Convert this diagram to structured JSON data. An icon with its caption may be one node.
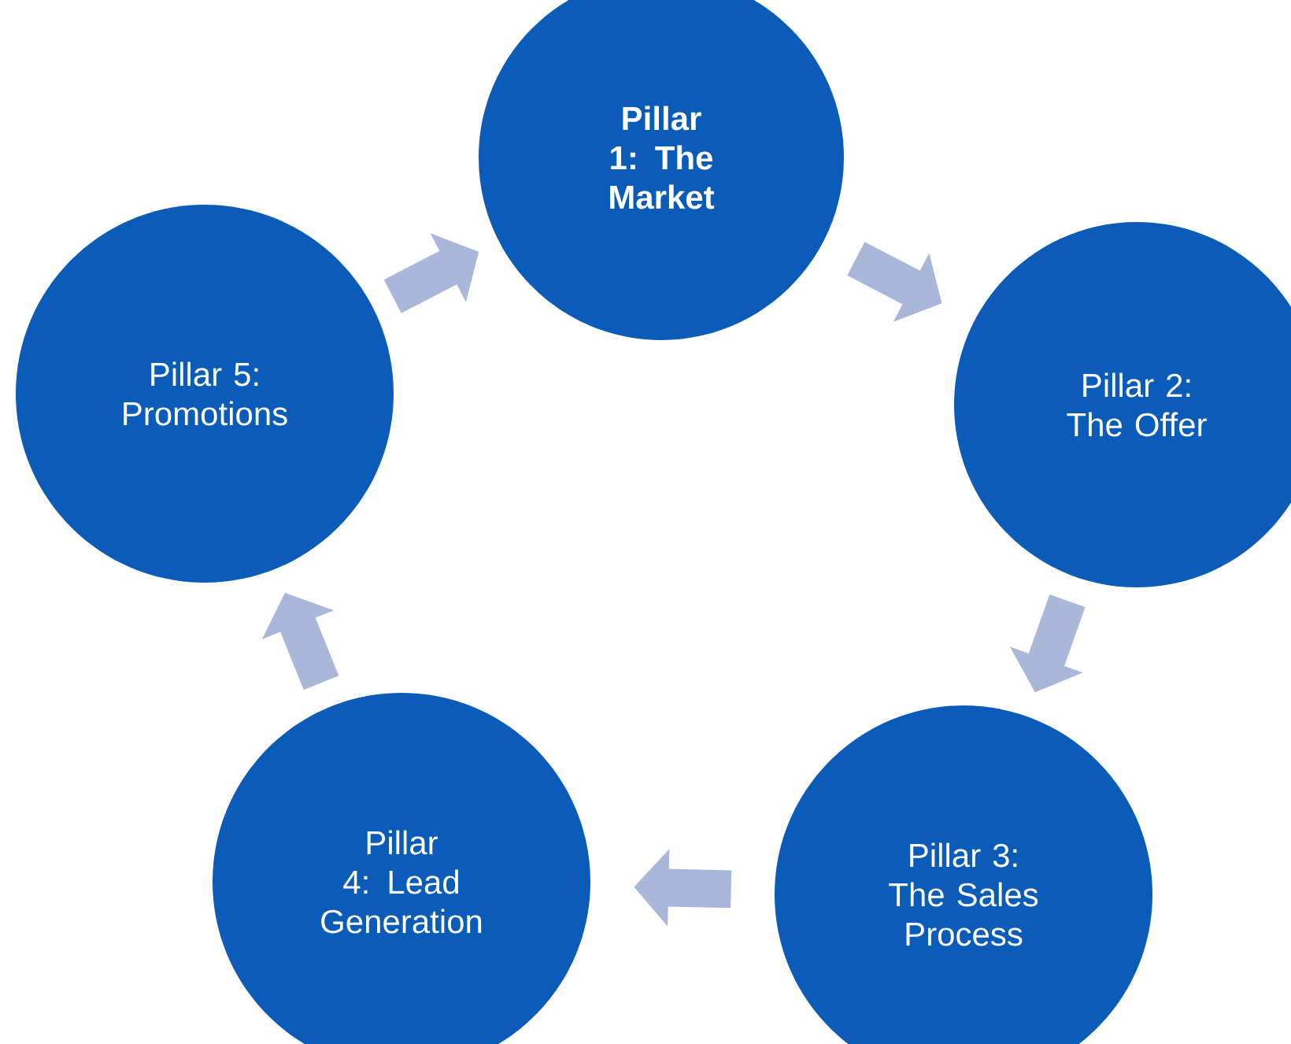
{
  "diagram": {
    "nodes": [
      {
        "text": [
          "Pillar 1: The Market"
        ]
      },
      {
        "text": [
          "Pillar 2: The Offer"
        ]
      },
      {
        "text": [
          "Pillar 3: The Sales Process"
        ]
      },
      {
        "text": [
          "Pillar 4: Lead Generation"
        ]
      },
      {
        "text": [
          "Pillar 5: Promotions"
        ]
      }
    ],
    "edges": [
      {
        "from": 0,
        "to": 1,
        "arrow": "to"
      },
      {
        "from": 1,
        "to": 2,
        "arrow": "to"
      },
      {
        "from": 2,
        "to": 3,
        "arrow": "to"
      },
      {
        "from": 3,
        "to": 4,
        "arrow": "to"
      },
      {
        "from": 4,
        "to": 0,
        "arrow": "to"
      }
    ]
  }
}
